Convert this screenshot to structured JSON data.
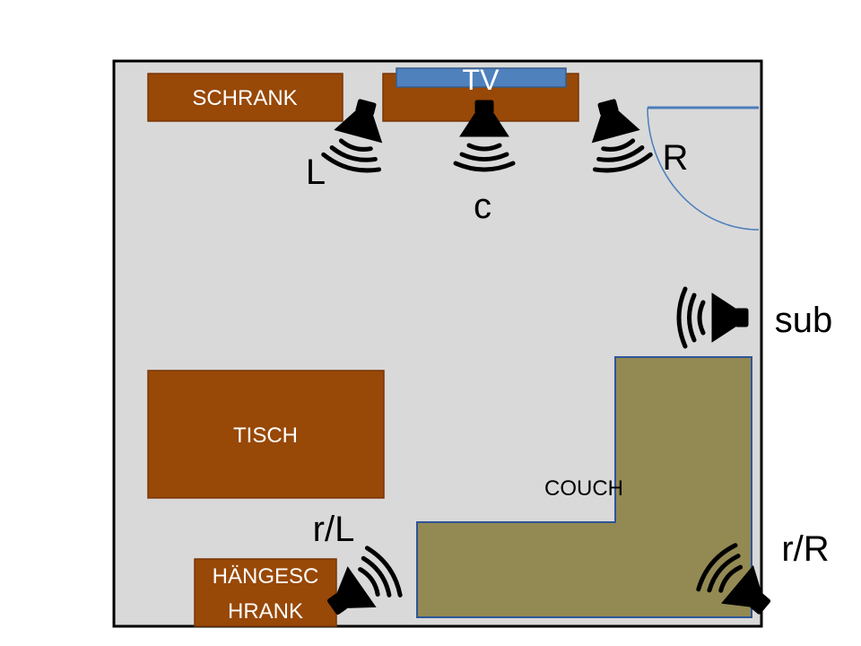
{
  "colors": {
    "room": "#d9d9d9",
    "wall": "#000000",
    "furniture": "#984807",
    "furniture_edge": "#7a3606",
    "tv": "#4f81bd",
    "tv_edge": "#385d8a",
    "couch": "#938953",
    "couch_edge": "#2f5597",
    "door": "#4a7ebb",
    "speaker": "#000000"
  },
  "furniture": {
    "schrank": "SCHRANK",
    "tv": "TV",
    "tisch": "TISCH",
    "haengeschrank_line1": "HÄNGESC",
    "haengeschrank_line2": "HRANK",
    "couch": "COUCH"
  },
  "speakers": {
    "left": {
      "label": "L",
      "icon": "speaker-icon"
    },
    "center": {
      "label": "c",
      "icon": "speaker-icon"
    },
    "right": {
      "label": "R",
      "icon": "speaker-icon"
    },
    "sub": {
      "label": "sub",
      "icon": "speaker-icon"
    },
    "rear_left": {
      "label": "r/L",
      "icon": "speaker-icon"
    },
    "rear_right": {
      "label": "r/R",
      "icon": "speaker-icon"
    }
  }
}
